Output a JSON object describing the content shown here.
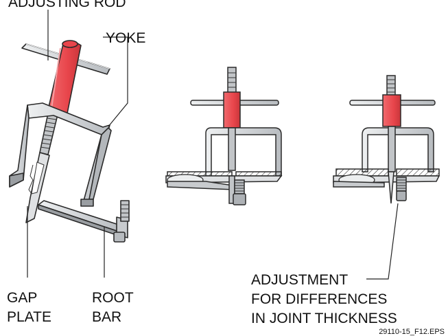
{
  "labels": {
    "adjusting_rod": "ADJUSTING ROD",
    "yoke": "YOKE",
    "gap": "GAP",
    "plate": "PLATE",
    "root": "ROOT",
    "bar": "BAR",
    "adjustment_line1": "ADJUSTMENT",
    "adjustment_line2": "FOR DIFFERENCES",
    "adjustment_line3": "IN JOINT THICKNESS"
  },
  "figure_id": "29110-15_F12.EPS",
  "colors": {
    "rod_red": "#e8454b",
    "rod_red_dark": "#c9363b",
    "metal_fill": "#d4d6d8",
    "metal_light": "#eceeef",
    "metal_dark": "#9a9ea2",
    "outline": "#2a2a2a",
    "background": "#ffffff"
  }
}
